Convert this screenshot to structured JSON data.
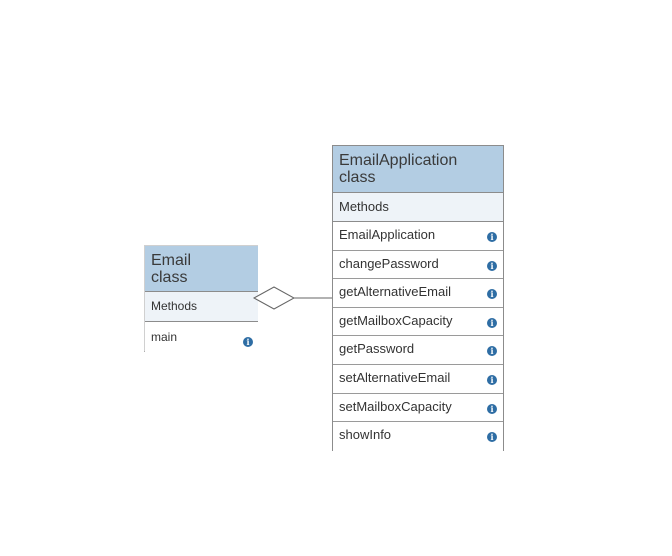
{
  "diagram": {
    "classes": [
      {
        "name": "Email",
        "stereotype": "class",
        "section_label": "Methods",
        "methods": [
          "main"
        ]
      },
      {
        "name": "EmailApplication",
        "stereotype": "class",
        "section_label": "Methods",
        "methods": [
          "EmailApplication",
          "changePassword",
          "getAlternativeEmail",
          "getMailboxCapacity",
          "getPassword",
          "setAlternativeEmail",
          "setMailboxCapacity",
          "showInfo"
        ]
      }
    ],
    "relationship": {
      "type": "aggregation",
      "from": "Email",
      "to": "EmailApplication"
    },
    "icons": {
      "method_info": "info-icon"
    },
    "colors": {
      "header_bg": "#b3cde3",
      "section_bg": "#eef3f8",
      "border": "#8c8c8c",
      "info_icon": "#2e6da4"
    }
  }
}
